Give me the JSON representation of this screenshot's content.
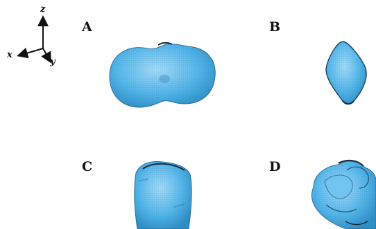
{
  "axes": {
    "z_label": "z",
    "x_label": "x",
    "y_label": "y"
  },
  "panels": [
    {
      "label": "A"
    },
    {
      "label": "B"
    },
    {
      "label": "C"
    },
    {
      "label": "D"
    }
  ],
  "colors": {
    "surface_fill": "#4fb4ea",
    "surface_light": "#8ed3f7",
    "mesh_line": "#2a7fb0",
    "edge_dark": "#1a2a35"
  }
}
